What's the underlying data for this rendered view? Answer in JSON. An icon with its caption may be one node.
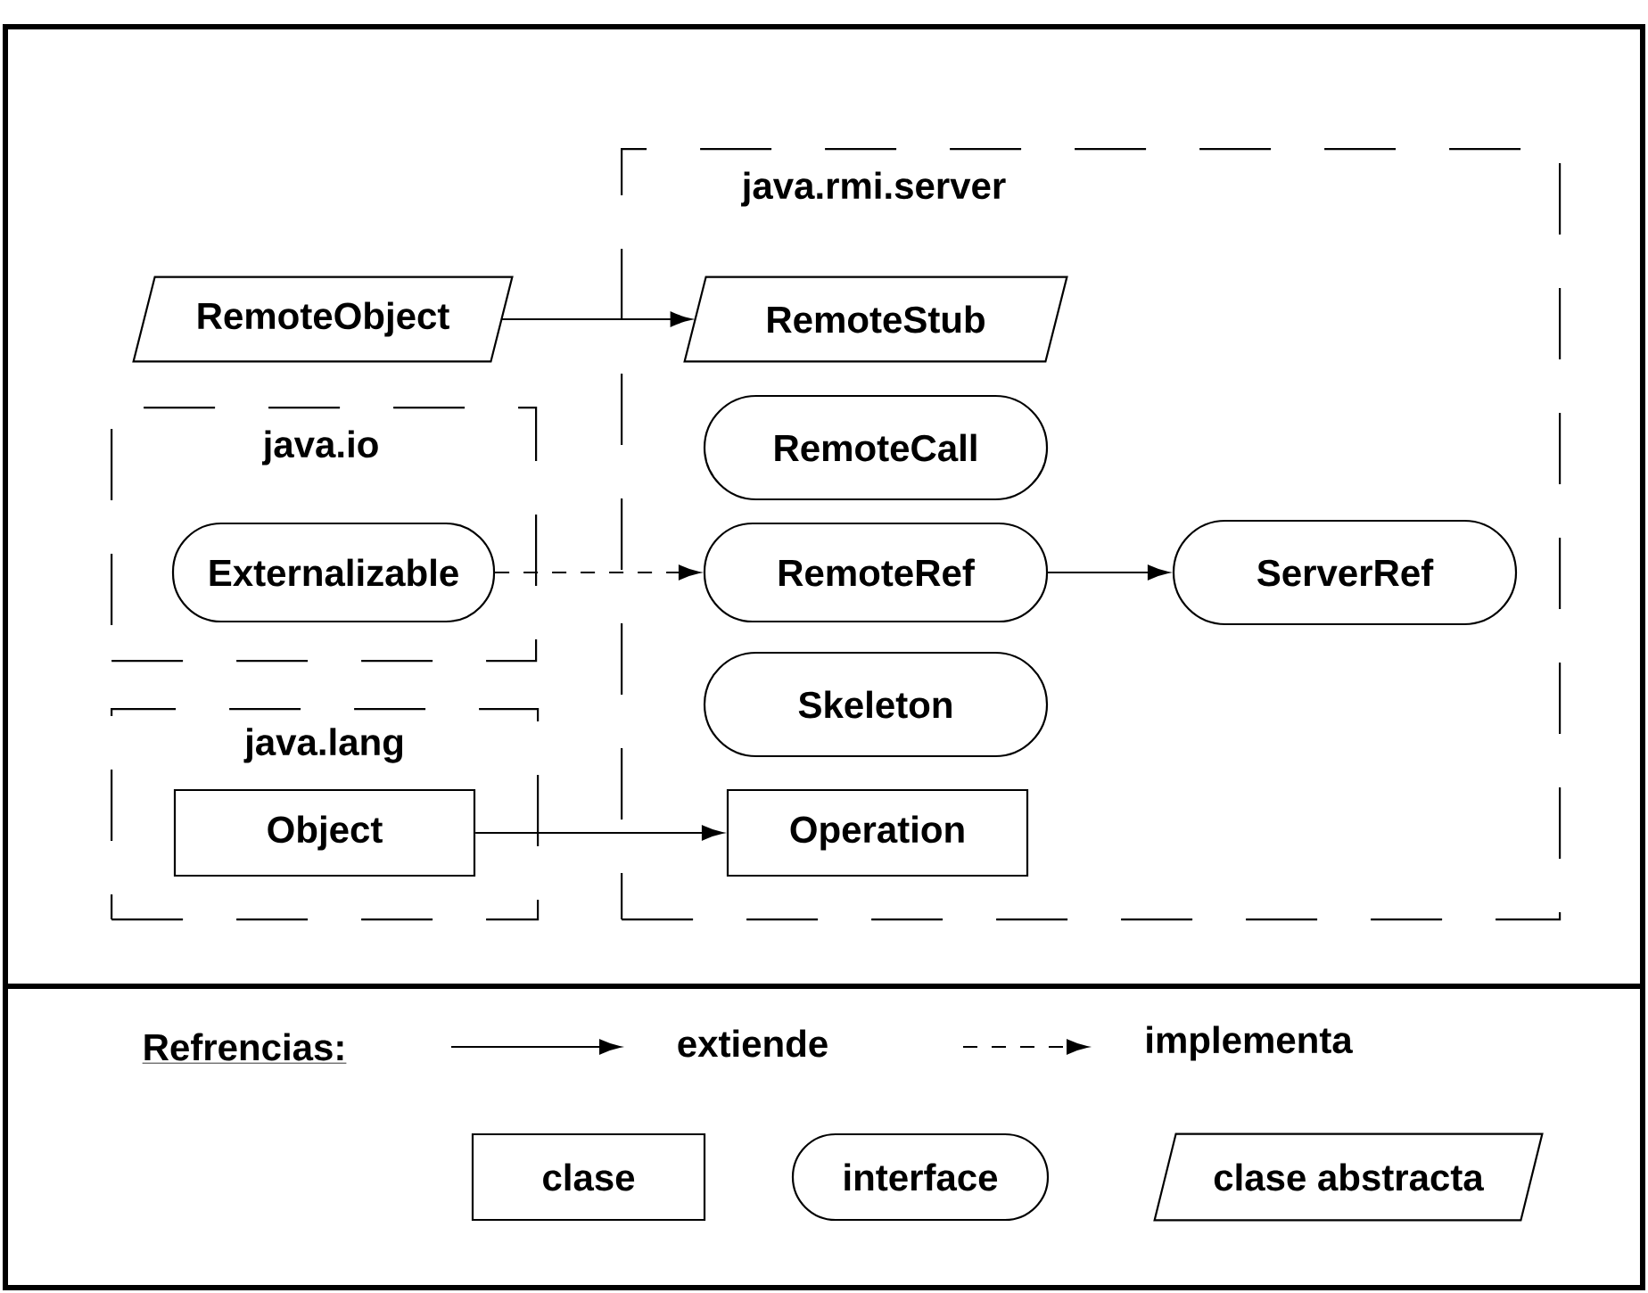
{
  "diagram": {
    "nodes": [
      {
        "text": [
          "java.rmi.server"
        ]
      },
      {
        "text": [
          "RemoteObject"
        ]
      },
      {
        "text": [
          "RemoteStub"
        ],
        "in": 0
      },
      {
        "text": [
          "RemoteCall"
        ],
        "in": 0
      },
      {
        "text": [
          "java.io"
        ]
      },
      {
        "text": [
          "Externalizable"
        ],
        "in": 4
      },
      {
        "text": [
          "RemoteRef"
        ],
        "in": 0
      },
      {
        "text": [
          "ServerRef"
        ],
        "in": 0
      },
      {
        "text": [
          "Skeleton"
        ],
        "in": 0
      },
      {
        "text": [
          "java.lang"
        ]
      },
      {
        "text": [
          "Object"
        ],
        "in": 9
      },
      {
        "text": [
          "Operation"
        ],
        "in": 0
      }
    ],
    "edges": [
      {
        "from": 1,
        "to": 2,
        "arrow": "to"
      },
      {
        "from": 5,
        "to": 6,
        "arrow": "to",
        "style": "dashed"
      },
      {
        "from": 6,
        "to": 7,
        "arrow": "to"
      },
      {
        "from": 10,
        "to": 11,
        "arrow": "to"
      }
    ],
    "labels": [
      "Refrencias:"
    ],
    "legend": [
      {
        "text": "extiende"
      },
      {
        "text": "implementa"
      },
      {
        "text": "clase"
      },
      {
        "text": "interface"
      },
      {
        "text": "clase abstracta"
      }
    ]
  }
}
